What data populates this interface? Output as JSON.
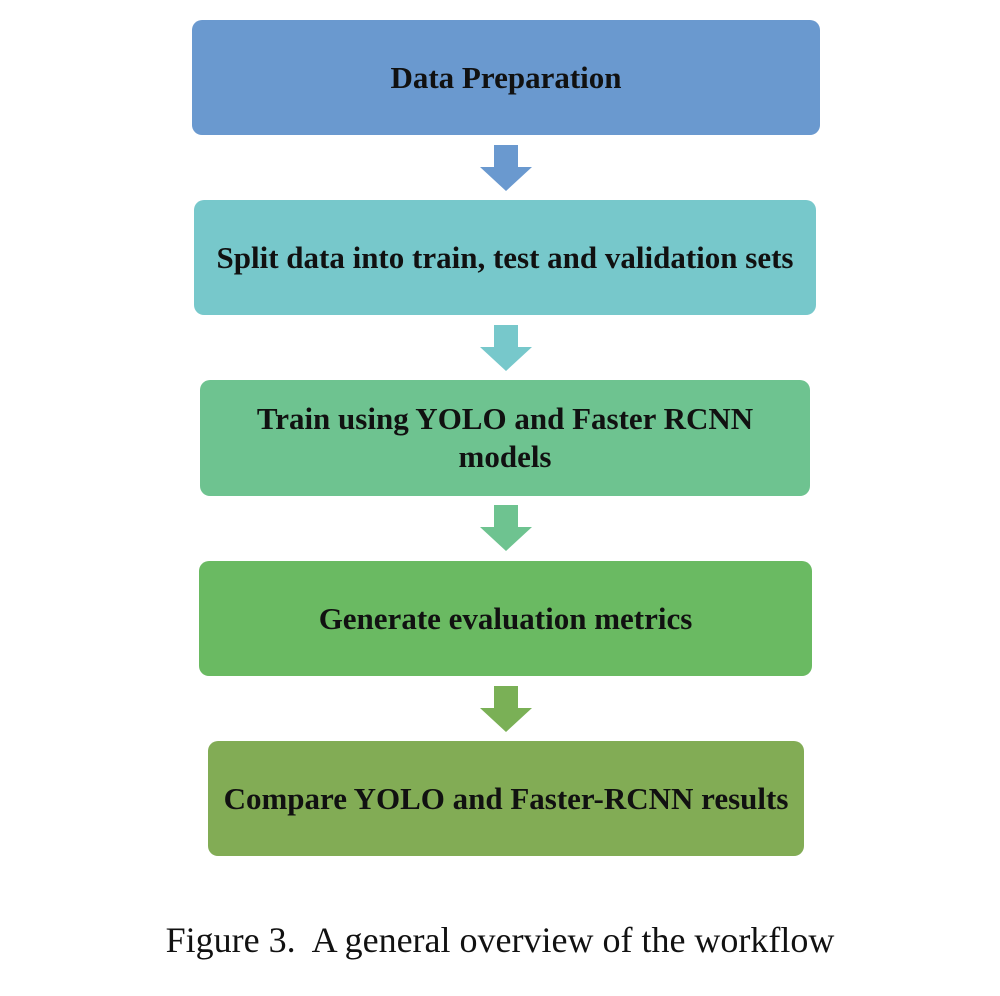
{
  "steps": [
    {
      "label": "Data Preparation",
      "color": "#6a99cf"
    },
    {
      "label": "Split data into train, test and validation sets",
      "color": "#77c8cb"
    },
    {
      "label": "Train using YOLO and Faster RCNN models",
      "color": "#6ec390"
    },
    {
      "label": "Generate evaluation metrics",
      "color": "#6aba62"
    },
    {
      "label": "Compare YOLO and Faster-RCNN results",
      "color": "#82ac55"
    }
  ],
  "arrows": [
    {
      "color": "#6a99cf"
    },
    {
      "color": "#77c8cb"
    },
    {
      "color": "#6ec390"
    },
    {
      "color": "#7ab056"
    }
  ],
  "caption": "Figure 3.  A general overview of the workflow"
}
